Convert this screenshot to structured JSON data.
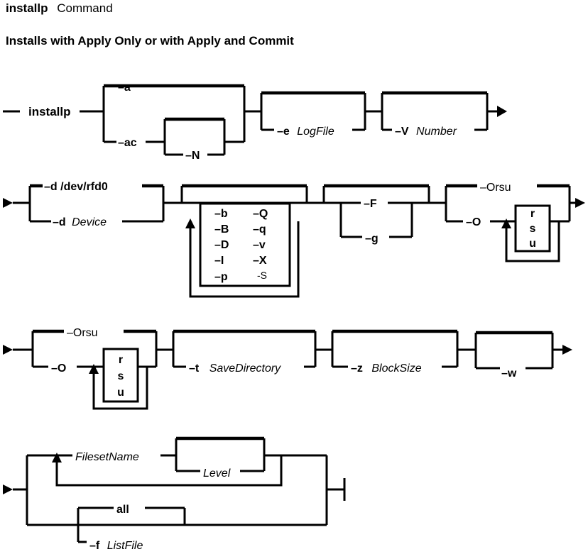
{
  "title": {
    "command": "installp",
    "suffix": "Command"
  },
  "subtitle": "Installs with Apply Only or with Apply and Commit",
  "row1": {
    "cmd": "installp",
    "opt_a": "–a",
    "opt_ac": "–ac",
    "opt_N": "–N",
    "opt_e": "–e",
    "logfile": "LogFile",
    "opt_V": "–V",
    "number": "Number"
  },
  "row2": {
    "opt_d_default": "–d /dev/rfd0",
    "opt_d": "–d",
    "device": "Device",
    "flags_left": [
      "–b",
      "–B",
      "–D",
      "–I",
      "–p"
    ],
    "flags_right": [
      "–Q",
      "–q",
      "–v",
      "–X",
      "-S"
    ],
    "opt_F": "–F",
    "opt_g": "–g",
    "orsu": "–Orsu",
    "opt_O": "–O",
    "rsu": [
      "r",
      "s",
      "u"
    ]
  },
  "row3": {
    "orsu": "–Orsu",
    "opt_O": "–O",
    "rsu": [
      "r",
      "s",
      "u"
    ],
    "opt_t": "–t",
    "savedir": "SaveDirectory",
    "opt_z": "–z",
    "blocksize": "BlockSize",
    "opt_w": "–w"
  },
  "row4": {
    "fileset": "FilesetName",
    "level": "Level",
    "all": "all",
    "opt_f": "–f",
    "listfile": "ListFile"
  }
}
